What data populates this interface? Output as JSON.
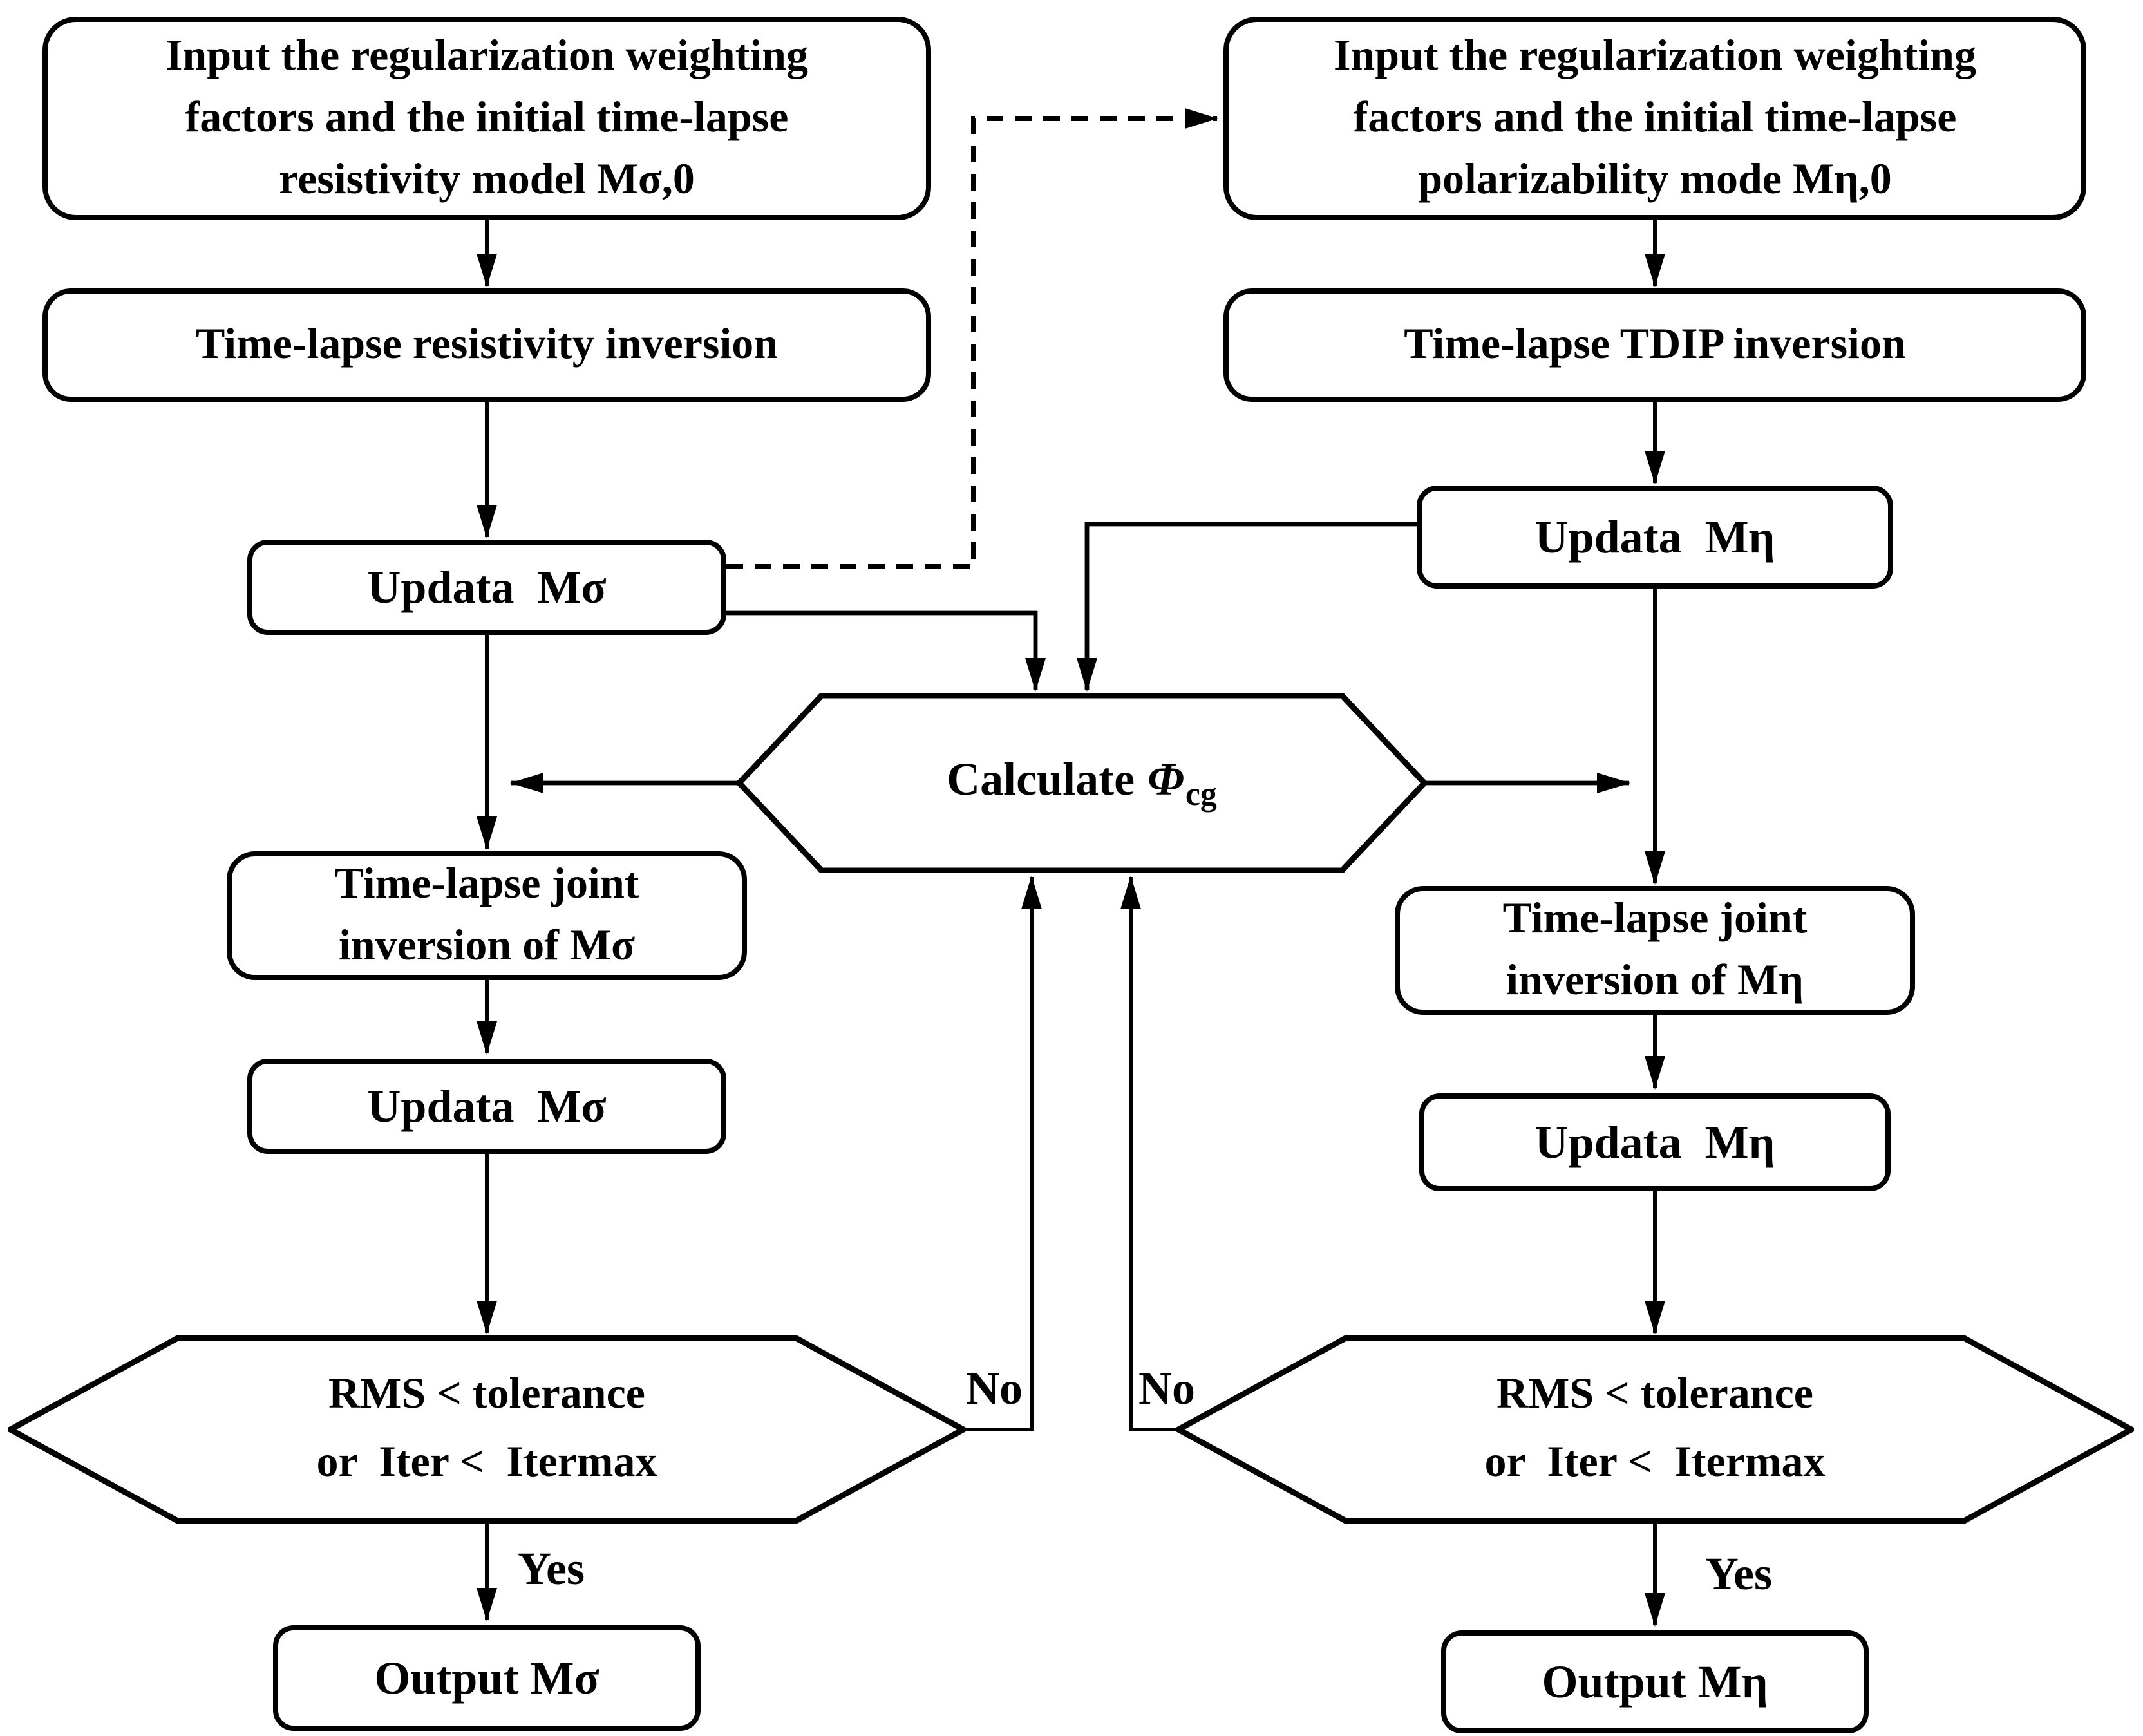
{
  "diagram": {
    "background": "#ffffff",
    "line_color": "#000000",
    "left": {
      "input": {
        "lines": [
          "Input the regularization weighting",
          "factors and the initial time-lapse",
          "resistivity model Mσ,0"
        ]
      },
      "inversion": "Time-lapse resistivity inversion",
      "update1": "Updata  Mσ",
      "joint": {
        "lines": [
          "Time-lapse joint",
          "inversion of Mσ"
        ]
      },
      "update2": "Updata  Mσ",
      "decision": {
        "lines": [
          "RMS < tolerance",
          "or  Iter <  Itermax"
        ]
      },
      "yes": "Yes",
      "no": "No",
      "output": "Output Mσ"
    },
    "right": {
      "input": {
        "lines": [
          "Input the regularization weighting",
          "factors and the initial time-lapse",
          "polarizability mode Mη,0"
        ]
      },
      "inversion": "Time-lapse TDIP inversion",
      "update1": "Updata  Mη",
      "joint": {
        "lines": [
          "Time-lapse joint",
          "inversion of Mη"
        ]
      },
      "update2": "Updata  Mη",
      "decision": {
        "lines": [
          "RMS < tolerance",
          "or  Iter <  Itermax"
        ]
      },
      "yes": "Yes",
      "no": "No",
      "output": "Output Mη"
    },
    "center": {
      "calculate_word": "Calculate",
      "phi": "Φ",
      "phi_sub": "cg"
    }
  }
}
